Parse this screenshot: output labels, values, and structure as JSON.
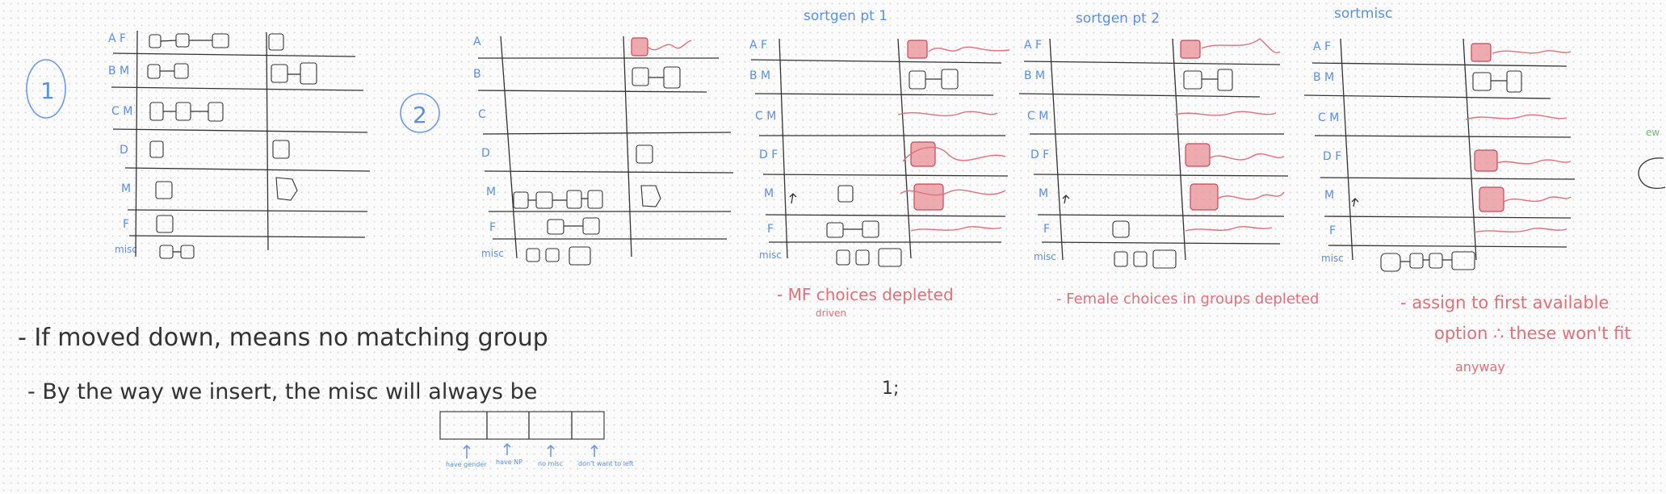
{
  "rows": [
    "A",
    "B",
    "C",
    "D",
    "M",
    "F",
    "misc"
  ],
  "diagram1": {
    "number": "1",
    "rows": [
      "A F",
      "B M",
      "C M",
      "D",
      "M",
      "F",
      "misc"
    ]
  },
  "diagram2": {
    "number": "2",
    "rows": [
      "A",
      "B",
      "C",
      "D",
      "M",
      "F",
      "misc"
    ]
  },
  "panel3": {
    "title": "sortgen pt 1",
    "rows": [
      "A F",
      "B M",
      "C M",
      "D F",
      "M",
      "F",
      "misc"
    ],
    "note": "- MF choices depleted",
    "note_small": "driven"
  },
  "panel4": {
    "title": "sortgen pt 2",
    "rows": [
      "A F",
      "B M",
      "C M",
      "D F",
      "M",
      "F",
      "misc"
    ],
    "note": "- Female choices in groups depleted"
  },
  "panel5": {
    "title": "sortmisc",
    "rows": [
      "A F",
      "B M",
      "C M",
      "D F",
      "M",
      "F",
      "misc"
    ],
    "note_lines": [
      "- assign to first available",
      "option ∴ these won't fit",
      "anyway"
    ]
  },
  "notes": {
    "line1": "- If moved down, means no matching group",
    "line2": "- By the way we insert, the misc will always be"
  },
  "array_labels": [
    "have gender",
    "have NP",
    "no misc",
    "don't want to left"
  ],
  "stray_mark": "1;",
  "edge_mark": "ew"
}
